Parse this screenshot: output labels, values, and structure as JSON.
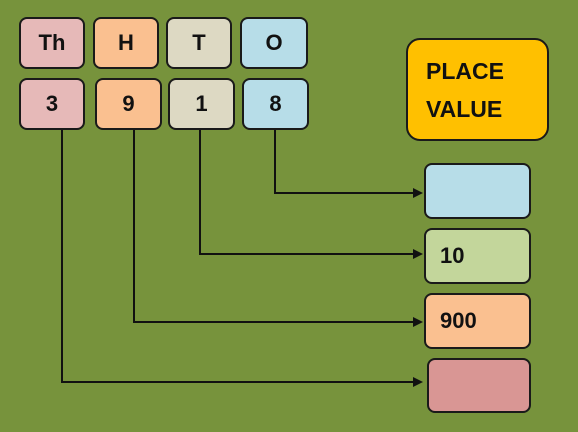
{
  "title": {
    "line1": "PLACE",
    "line2": "VALUE"
  },
  "headers": [
    {
      "label": "Th",
      "color": "#e6b9b8"
    },
    {
      "label": "H",
      "color": "#fac090"
    },
    {
      "label": "T",
      "color": "#ddd9c3"
    },
    {
      "label": "O",
      "color": "#b7dde8"
    }
  ],
  "digits": [
    {
      "value": "3",
      "color": "#e6b9b8"
    },
    {
      "value": "9",
      "color": "#fac090"
    },
    {
      "value": "1",
      "color": "#ddd9c3"
    },
    {
      "value": "8",
      "color": "#b7dde8"
    }
  ],
  "results": [
    {
      "value": "",
      "color": "#b7dde8"
    },
    {
      "value": "10",
      "color": "#c3d69b"
    },
    {
      "value": "900",
      "color": "#fac090"
    },
    {
      "value": "",
      "color": "#d99694"
    }
  ]
}
